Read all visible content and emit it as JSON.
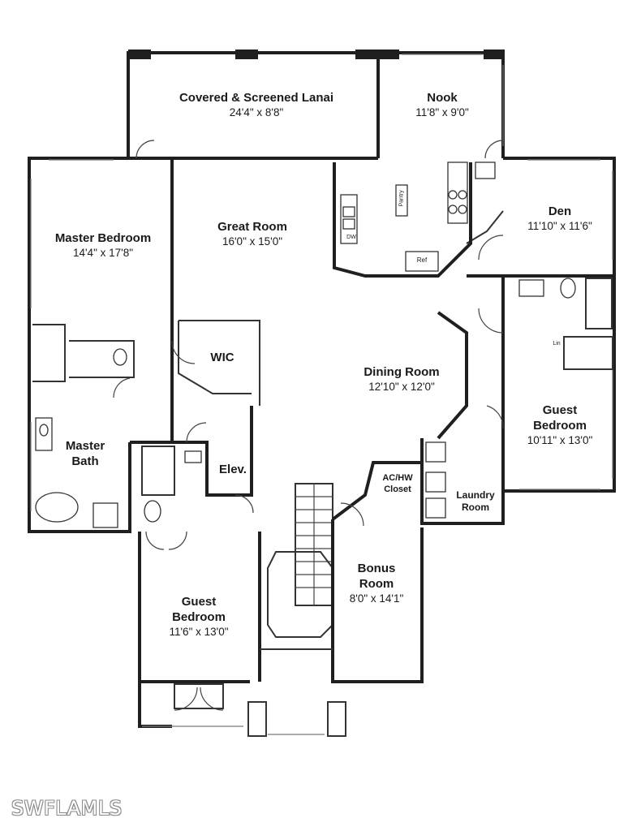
{
  "rooms": {
    "lanai": {
      "name": "Covered & Screened Lanai",
      "dims": "24'4\" x 8'8\""
    },
    "nook": {
      "name": "Nook",
      "dims": "11'8\" x 9'0\""
    },
    "den": {
      "name": "Den",
      "dims": "11'10\" x 11'6\""
    },
    "master_bedroom": {
      "name": "Master Bedroom",
      "dims": "14'4\" x 17'8\""
    },
    "great_room": {
      "name": "Great Room",
      "dims": "16'0\"  x 15'0\""
    },
    "wic": {
      "name": "WIC"
    },
    "dining_room": {
      "name": "Dining Room",
      "dims": "12'10\" x 12'0\""
    },
    "guest_bedroom_east": {
      "name_line1": "Guest",
      "name_line2": "Bedroom",
      "dims": "10'11\" x 13'0\""
    },
    "master_bath": {
      "name_line1": "Master",
      "name_line2": "Bath"
    },
    "elevator": {
      "name": "Elev."
    },
    "ac_hw_closet": {
      "name_line1": "AC/HW",
      "name_line2": "Closet"
    },
    "laundry_room": {
      "name_line1": "Laundry",
      "name_line2": "Room"
    },
    "bonus_room": {
      "name_line1": "Bonus",
      "name_line2": "Room",
      "dims": "8'0\" x 14'1\""
    },
    "guest_bedroom_south": {
      "name_line1": "Guest",
      "name_line2": "Bedroom",
      "dims": "11'6\" x 13'0\""
    }
  },
  "fixtures": {
    "dw": "DW",
    "ref": "Ref",
    "pantry": "Pantry",
    "linen": "Lin"
  },
  "watermark": "SWFLAMLS"
}
